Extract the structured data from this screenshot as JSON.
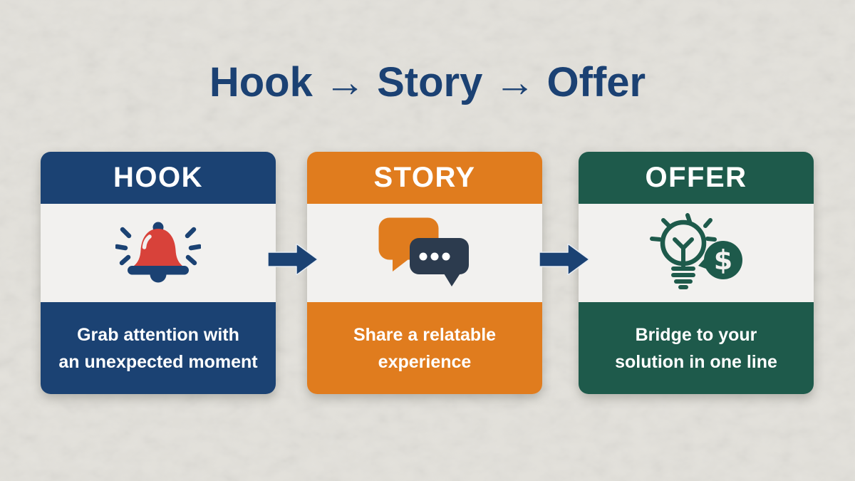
{
  "title": {
    "text": "Hook → Story → Offer",
    "color": "#1b4173"
  },
  "cards": [
    {
      "id": "hook",
      "heading": "HOOK",
      "description": "Grab attention with an unexpected moment",
      "description_lines": [
        "Grab attention with",
        "an unexpected moment"
      ],
      "accent_color": "#1b4273",
      "icon": "alarm-bell-icon",
      "icon_colors": {
        "bell": "#d8423a",
        "accents": "#1b4273",
        "highlight": "#f2f1ef"
      }
    },
    {
      "id": "story",
      "heading": "STORY",
      "description": "Share a relatable experience",
      "description_lines": [
        "Share a relatable",
        "experience"
      ],
      "accent_color": "#e07c1e",
      "icon": "chat-bubbles-icon",
      "icon_colors": {
        "back_bubble": "#e07c1e",
        "front_bubble": "#2c3b4e",
        "dots": "#ffffff"
      }
    },
    {
      "id": "offer",
      "heading": "OFFER",
      "description": "Bridge to your solution in one line",
      "description_lines": [
        "Bridge to your",
        "solution in one line"
      ],
      "accent_color": "#1e5a4b",
      "icon": "lightbulb-dollar-icon",
      "icon_colors": {
        "outline": "#1e5a4b",
        "dollar_sign": "#f2f1ef"
      }
    }
  ],
  "connectors": [
    {
      "id": "arrow-1",
      "shape": "right-block-arrow",
      "color": "#1b4273"
    },
    {
      "id": "arrow-2",
      "shape": "right-block-arrow",
      "color": "#1b4273"
    }
  ],
  "colors": {
    "background": "#e3e1db",
    "icon_band_background": "#f2f1ef",
    "navy": "#1b4273",
    "orange": "#e07c1e",
    "green": "#1e5a4b",
    "red": "#d8423a",
    "text_on_color": "#ffffff",
    "title_text": "#1b4173"
  }
}
